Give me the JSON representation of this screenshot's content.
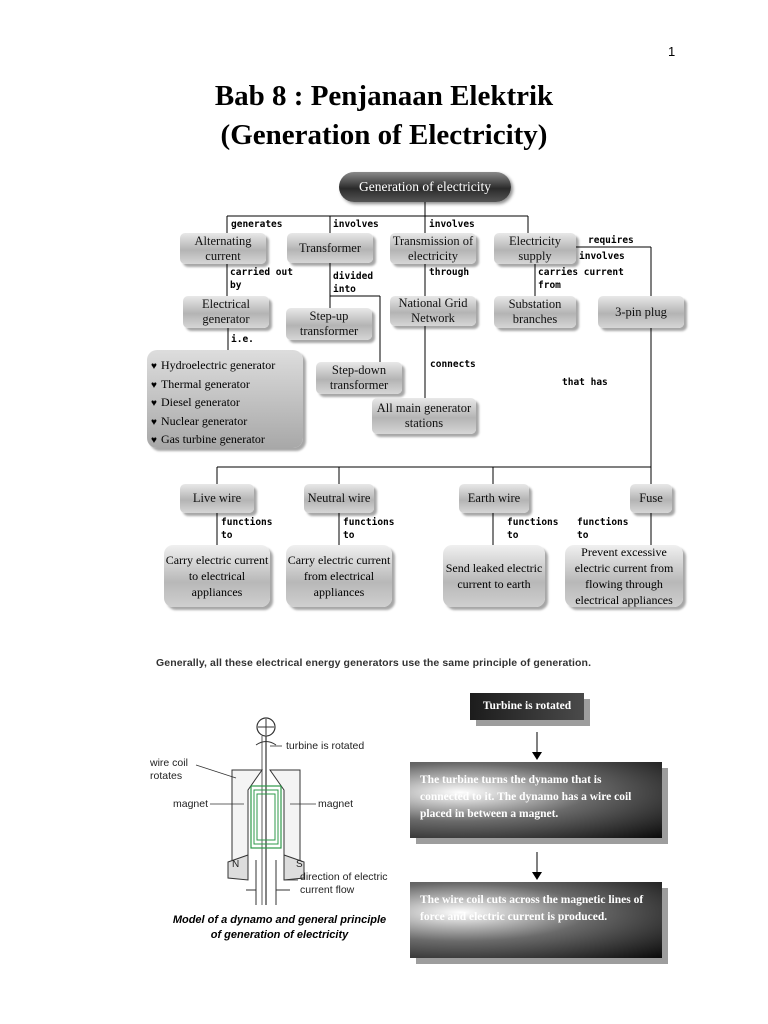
{
  "page_number": "1",
  "title_line1": "Bab 8 : Penjanaan Elektrik",
  "title_line2": "(Generation of Electricity)",
  "concept_map": {
    "root": "Generation of electricity",
    "labels": {
      "generates": "generates",
      "involves1": "involves",
      "involves2": "involves",
      "requires": "requires",
      "involves3": "involves",
      "carried_out_by_1": "carried out",
      "carried_out_by_2": "by",
      "divided_into_1": "divided",
      "divided_into_2": "into",
      "through": "through",
      "carries_current_1": "carries current",
      "carries_current_2": "from",
      "ie": "i.e.",
      "connects": "connects",
      "that_has": "that has",
      "functions_to_1": "functions",
      "functions_to_2": "to"
    },
    "nodes": {
      "alternating_current": "Alternating current",
      "transformer": "Transformer",
      "transmission": "Transmission of electricity",
      "electricity_supply": "Electricity supply",
      "electrical_generator": "Electrical generator",
      "step_up": "Step-up transformer",
      "national_grid": "National Grid Network",
      "substation": "Substation branches",
      "plug": "3-pin plug",
      "step_down": "Step-down transformer",
      "main_stations": "All main generator stations",
      "live_wire": "Live wire",
      "neutral_wire": "Neutral wire",
      "earth_wire": "Earth wire",
      "fuse": "Fuse"
    },
    "generators": [
      "Hydroelectric generator",
      "Thermal generator",
      "Diesel generator",
      "Nuclear generator",
      "Gas turbine generator"
    ],
    "functions": {
      "live": "Carry electric current to electrical appliances",
      "neutral": "Carry electric current from electrical appliances",
      "earth": "Send leaked electric current to earth",
      "fuse": "Prevent excessive electric current from flowing through electrical appliances"
    }
  },
  "principle_heading": "Generally, all these electrical energy generators use the same principle of generation.",
  "dynamo": {
    "turbine_label": "turbine is rotated",
    "coil_label": "wire coil rotates",
    "magnet_left": "magnet",
    "magnet_right": "magnet",
    "pole_n": "N",
    "pole_s": "S",
    "direction_label": "direction of electric current flow",
    "caption": "Model of a dynamo and general principle of generation of electricity"
  },
  "flow": {
    "step1": "Turbine is rotated",
    "step2": "The turbine turns the dynamo that is connected to it. The dynamo has a wire coil placed in between a magnet.",
    "step3": "The wire coil cuts across the magnetic lines of force and electric current is produced."
  }
}
